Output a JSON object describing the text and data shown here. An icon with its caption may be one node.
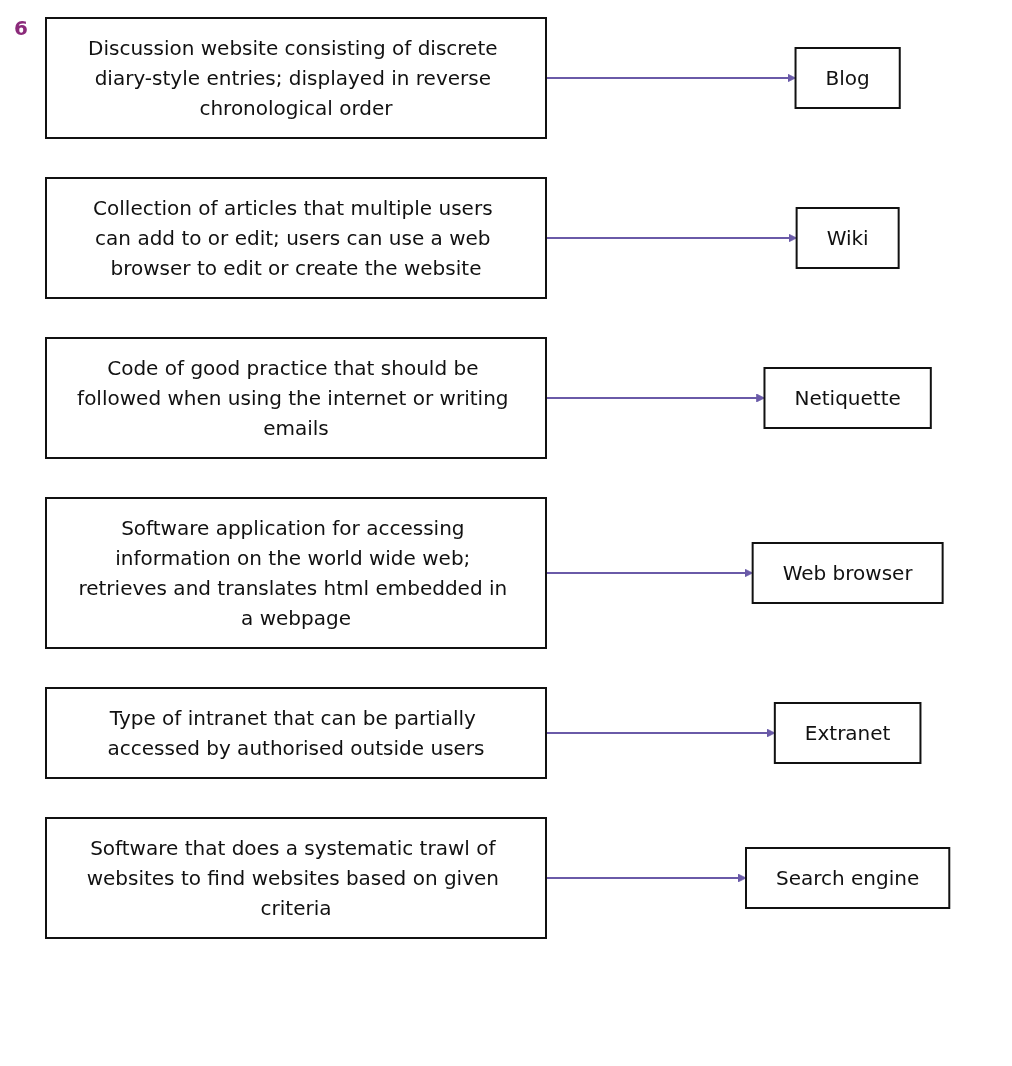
{
  "diagram": {
    "nodes": [
      {
        "text": [
          "Discussion website consisting of discrete diary-style entries; displayed in reverse chronological order"
        ]
      },
      {
        "text": [
          "Collection of articles that multiple users can add to or edit; users can use a web browser to edit or create the website"
        ]
      },
      {
        "text": [
          "Code of good practice that should be followed when using the internet or writing emails"
        ]
      },
      {
        "text": [
          "Software application for accessing information on the world wide web; retrieves and translates html embedded in a webpage"
        ]
      },
      {
        "text": [
          "Type of intranet that can be partially accessed by authorised outside users"
        ]
      },
      {
        "text": [
          "Software that does a systematic trawl of websites to find websites based on given criteria"
        ]
      },
      {
        "text": [
          "Netiquette"
        ]
      },
      {
        "text": [
          "Extranet"
        ]
      },
      {
        "text": [
          "Blog"
        ]
      },
      {
        "text": [
          "Wiki"
        ]
      },
      {
        "text": [
          "Search engine"
        ]
      },
      {
        "text": [
          "Web browser"
        ]
      }
    ],
    "edges": [
      {
        "from": 0,
        "to": 8,
        "arrow": "to"
      },
      {
        "from": 1,
        "to": 9,
        "arrow": "to"
      },
      {
        "from": 2,
        "to": 6,
        "arrow": "to"
      },
      {
        "from": 3,
        "to": 11,
        "arrow": "to"
      },
      {
        "from": 4,
        "to": 7,
        "arrow": "to"
      },
      {
        "from": 5,
        "to": 10,
        "arrow": "to"
      }
    ],
    "labels": [
      "6"
    ]
  }
}
